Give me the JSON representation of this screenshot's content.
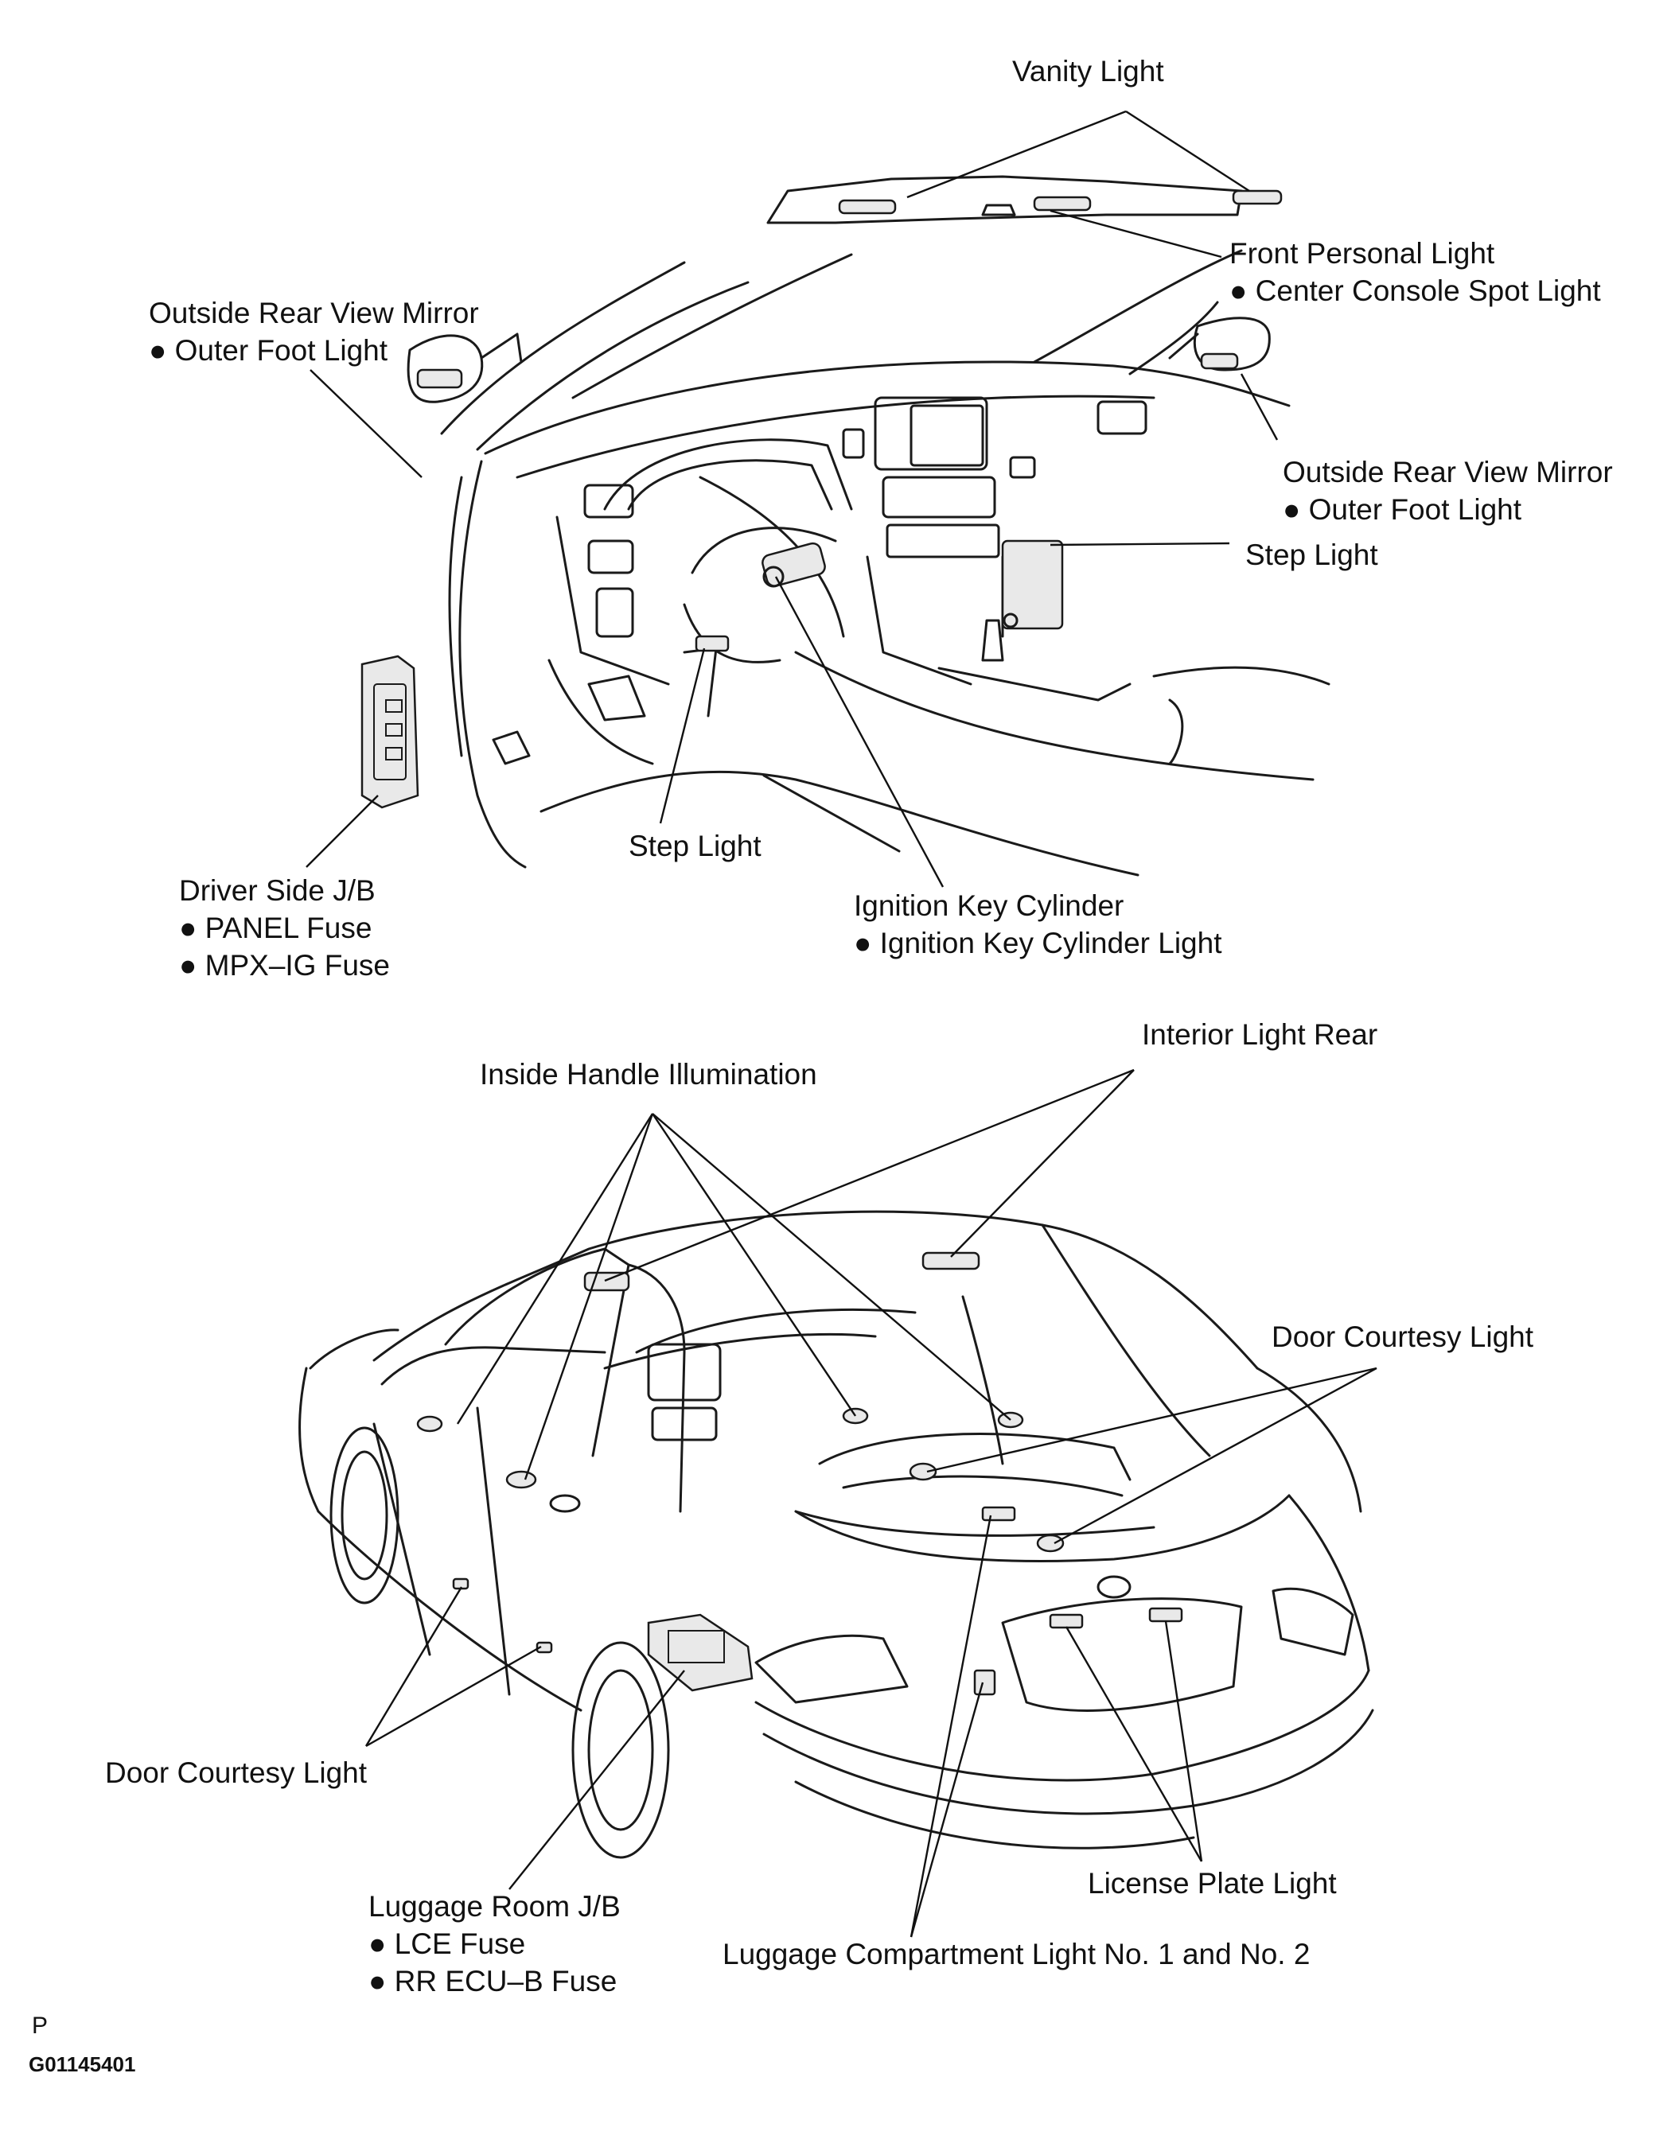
{
  "labels": {
    "vanity_light": "Vanity Light",
    "front_personal_light": "Front Personal Light",
    "center_console_spot_light": "Center Console Spot Light",
    "outside_mirror_left": "Outside Rear View Mirror",
    "outer_foot_light_left": "Outer Foot Light",
    "outside_mirror_right": "Outside Rear View Mirror",
    "outer_foot_light_right": "Outer Foot Light",
    "step_light_right": "Step Light",
    "step_light_center": "Step Light",
    "driver_side_jb": "Driver Side J/B",
    "panel_fuse": "PANEL Fuse",
    "mpx_ig_fuse": "MPX–IG Fuse",
    "ignition_key_cylinder": "Ignition Key Cylinder",
    "ignition_key_cylinder_light": "Ignition Key Cylinder Light",
    "inside_handle_illumination": "Inside Handle Illumination",
    "interior_light_rear": "Interior Light Rear",
    "door_courtesy_light_right": "Door Courtesy Light",
    "door_courtesy_light_left": "Door Courtesy Light",
    "luggage_room_jb": "Luggage Room J/B",
    "lce_fuse": "LCE Fuse",
    "rr_ecu_b_fuse": "RR ECU–B Fuse",
    "license_plate_light": "License Plate Light",
    "luggage_compartment_light": "Luggage Compartment Light No. 1 and No. 2"
  },
  "bullet": "●",
  "footer": {
    "code_letter": "P",
    "figure_id": "G01145401"
  }
}
